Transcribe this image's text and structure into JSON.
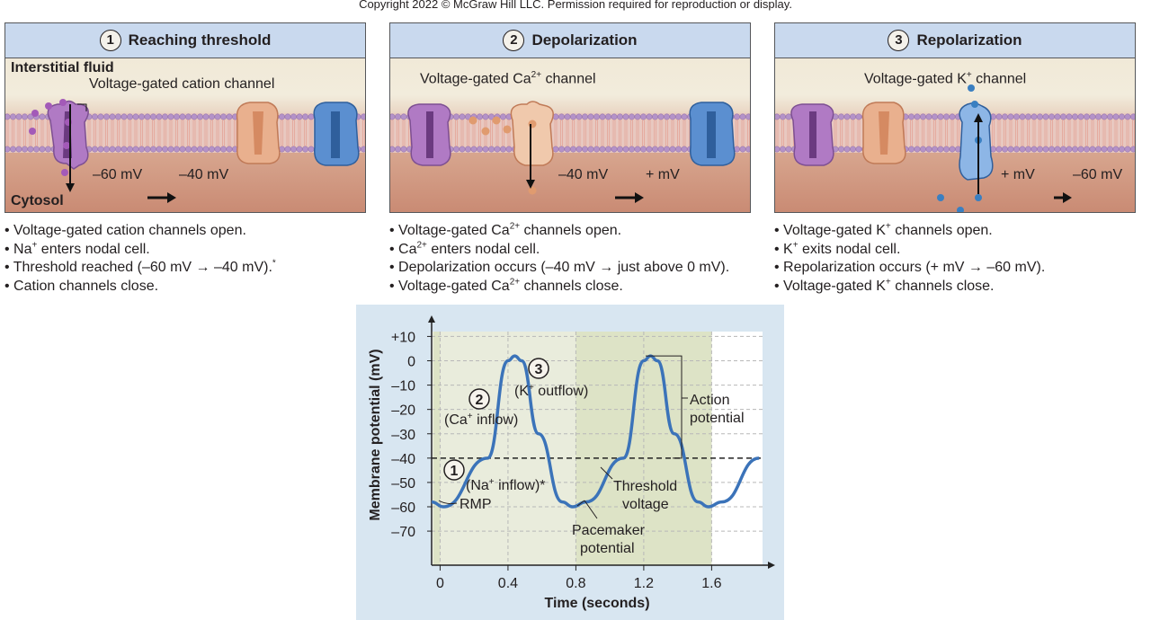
{
  "copyright": "Copyright 2022 © McGraw Hill LLC. Permission required for reproduction or display.",
  "panels": [
    {
      "num": "1",
      "title": "Reaching threshold",
      "top_label": "Interstitial fluid",
      "bottom_label": "Cytosol",
      "channel_label": "Voltage-gated cation channel",
      "voltage_from": "–60 mV",
      "voltage_to": "–40 mV"
    },
    {
      "num": "2",
      "title": "Depolarization",
      "channel_label_pre": "Voltage-gated Ca",
      "channel_label_sup": "2+",
      "channel_label_post": " channel",
      "voltage_from": "–40 mV",
      "voltage_to": "+ mV"
    },
    {
      "num": "3",
      "title": "Repolarization",
      "channel_label_pre": "Voltage-gated K",
      "channel_label_sup": "+",
      "channel_label_post": " channel",
      "voltage_from": "+ mV",
      "voltage_to": "–60 mV"
    }
  ],
  "bullets": {
    "p1": [
      "• Voltage-gated cation channels open.",
      {
        "pre": "• Na",
        "sup": "+",
        "post": " enters nodal cell."
      },
      {
        "pre": "• Threshold reached (–60 mV → –40 mV).",
        "sup": "*",
        "post": ""
      },
      "• Cation channels close."
    ],
    "p2": [
      {
        "pre": "• Voltage-gated Ca",
        "sup": "2+",
        "post": " channels open."
      },
      {
        "pre": "• Ca",
        "sup": "2+",
        "post": " enters nodal cell."
      },
      "• Depolarization occurs (–40 mV → just above 0 mV).",
      {
        "pre": "• Voltage-gated Ca",
        "sup": "2+",
        "post": " channels close."
      }
    ],
    "p3": [
      {
        "pre": "• Voltage-gated K",
        "sup": "+",
        "post": " channels open."
      },
      {
        "pre": "• K",
        "sup": "+",
        "post": " exits nodal cell."
      },
      "• Repolarization occurs (+ mV → –60 mV).",
      {
        "pre": "• Voltage-gated K",
        "sup": "+",
        "post": " channels close."
      }
    ]
  },
  "chart_data": {
    "type": "line",
    "xlabel": "Time (seconds)",
    "ylabel": "Membrane potential (mV)",
    "xticks": [
      "0",
      "0.4",
      "0.8",
      "1.2",
      "1.6"
    ],
    "yticks": [
      "+10",
      "0",
      "–10",
      "–20",
      "–30",
      "–40",
      "–50",
      "–60",
      "–70"
    ],
    "x_tick_values": [
      0,
      0.4,
      0.8,
      1.2,
      1.6
    ],
    "y_tick_values": [
      10,
      0,
      -10,
      -20,
      -30,
      -40,
      -50,
      -60,
      -70
    ],
    "xlim": [
      -0.05,
      1.9
    ],
    "ylim": [
      -84,
      12
    ],
    "threshold": -40,
    "series": [
      {
        "x": [
          -0.05,
          0.02,
          0.28,
          0.4,
          0.44,
          0.48,
          0.58,
          0.72,
          0.78,
          0.86,
          1.08,
          1.2,
          1.24,
          1.28,
          1.38,
          1.52,
          1.58,
          1.66,
          1.88
        ],
        "y": [
          -58,
          -60,
          -40,
          0,
          2,
          0,
          -30,
          -58,
          -60,
          -58,
          -40,
          0,
          2,
          0,
          -30,
          -58,
          -60,
          -58,
          -40
        ]
      }
    ],
    "annotations": {
      "step1_num": "1",
      "step1_text": "(Na",
      "step1_sup": "+",
      "step1_post": " inflow)*",
      "step2_num": "2",
      "step2_text": "(Ca",
      "step2_sup": "+",
      "step2_post": " inflow)",
      "step3_num": "3",
      "step3_text": "(K",
      "step3_sup": "+",
      "step3_post": " outflow)",
      "rmp": "RMP",
      "threshold_line1": "Threshold",
      "threshold_line2": "voltage",
      "pacemaker_line1": "Pacemaker",
      "pacemaker_line2": "potential",
      "action_line1": "Action",
      "action_line2": "potential"
    },
    "shaded_regions_x": [
      [
        0,
        0.8
      ],
      [
        0.8,
        1.6
      ]
    ]
  }
}
